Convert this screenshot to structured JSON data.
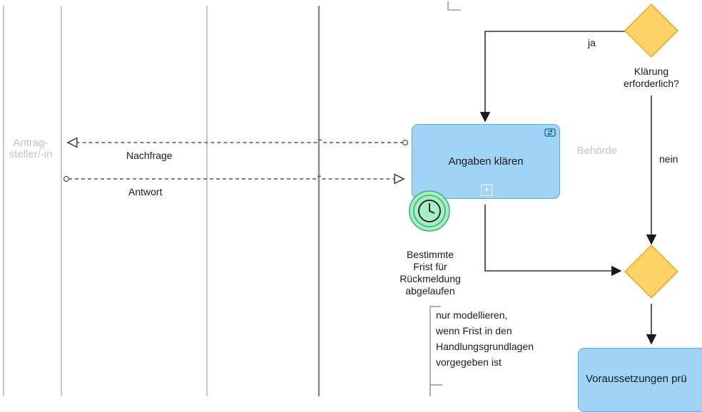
{
  "lanes": {
    "left_label": "Antrag-\nsteller/-in",
    "right_label": "Behörde"
  },
  "messages": {
    "request": "Nachfrage",
    "response": "Antwort"
  },
  "tasks": {
    "clarify": "Angaben klären",
    "check": "Voraussetzungen prü"
  },
  "gateway": {
    "question": "Klärung\nerforderlich?",
    "yes": "ja",
    "no": "nein"
  },
  "timer_event": {
    "label": "Bestimmte\nFrist für\nRückmeldung\nabgelaufen"
  },
  "annotation": {
    "text": "nur modellieren,\nwenn Frist in den\nHandlungsgrundlagen\nvorgegeben ist"
  },
  "colors": {
    "task_fill": "#9fd4f7",
    "task_border": "#5aaee0",
    "gateway_fill": "#fdd264",
    "gateway_border": "#e3a92a",
    "timer_fill": "#a6efc4",
    "timer_border": "#3cb371"
  }
}
